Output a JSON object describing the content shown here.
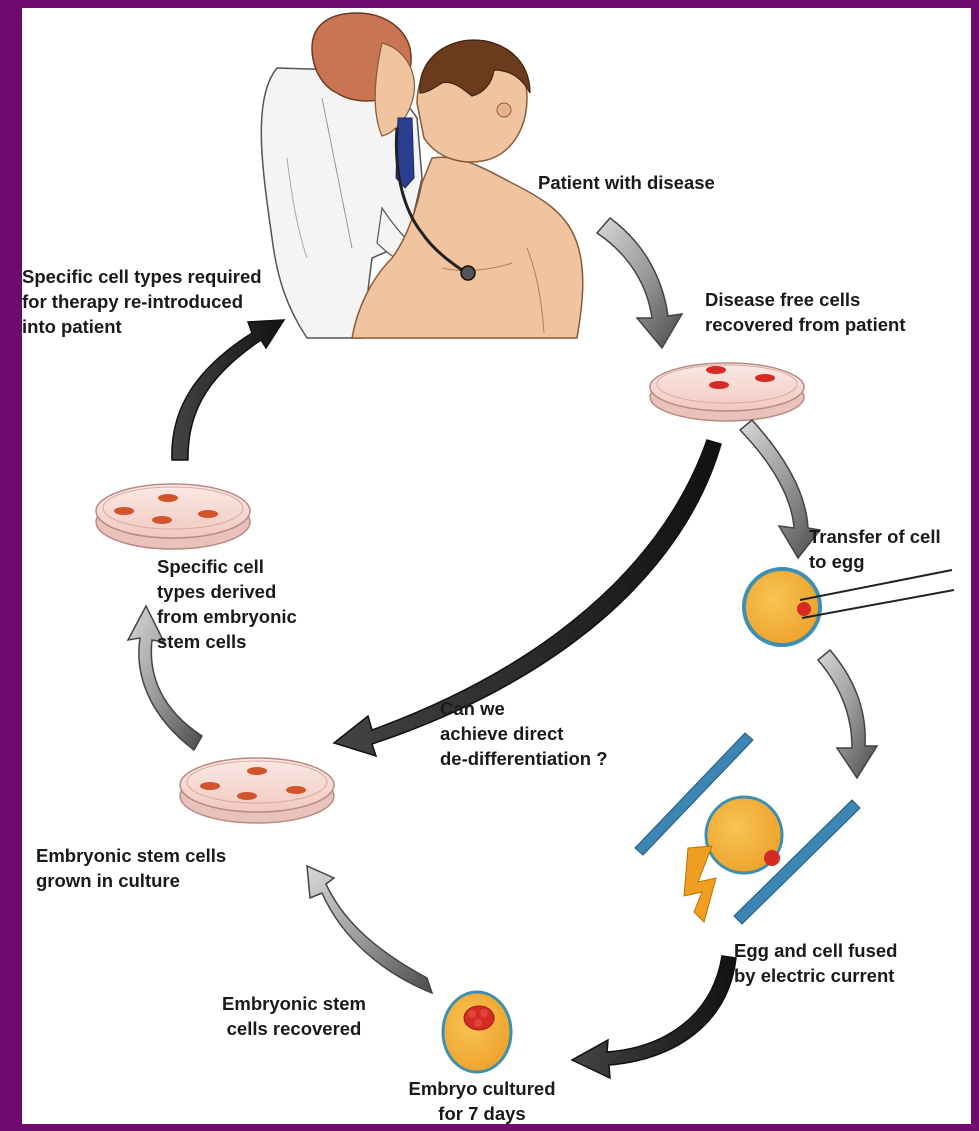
{
  "labels": {
    "patient": "Patient with disease",
    "recovered": "Disease free cells\nrecovered from patient",
    "transfer": "Transfer of cell\nto egg",
    "fused": "Egg and cell fused\nby electric current",
    "embryo": "Embryo cultured\nfor 7 days",
    "es_recovered": "Embryonic stem\ncells recovered",
    "es_culture": "Embryonic stem cells\ngrown in culture",
    "specific_derived": "Specific cell\ntypes derived\nfrom embryonic\nstem cells",
    "reintroduced": "Specific cell types required\nfor therapy re-introduced\ninto patient",
    "question": "Can we\nachieve direct\nde-differentiation ?"
  },
  "colors": {
    "frame": "#6e0a6e",
    "dish_fill": "#f6dcd6",
    "dish_rim": "#b88a84",
    "cell_red": "#d62a24",
    "egg_fill": "#f3b43a",
    "egg_rim": "#3f8fb0",
    "electrode": "#3d86b4",
    "bolt": "#f0a020",
    "arrow_gray": "#7d7d7d",
    "skin": "#f0c49e",
    "hair_patient": "#6b3b1e",
    "hair_doctor": "#c26a45",
    "tie": "#2a3f8f"
  },
  "icons": [
    "doctor-icon",
    "patient-icon",
    "stethoscope-icon",
    "petri-dish-icon",
    "egg-cell-icon",
    "micropipette-icon",
    "electrode-icon",
    "lightning-icon",
    "embryo-icon",
    "arrow-icon"
  ]
}
